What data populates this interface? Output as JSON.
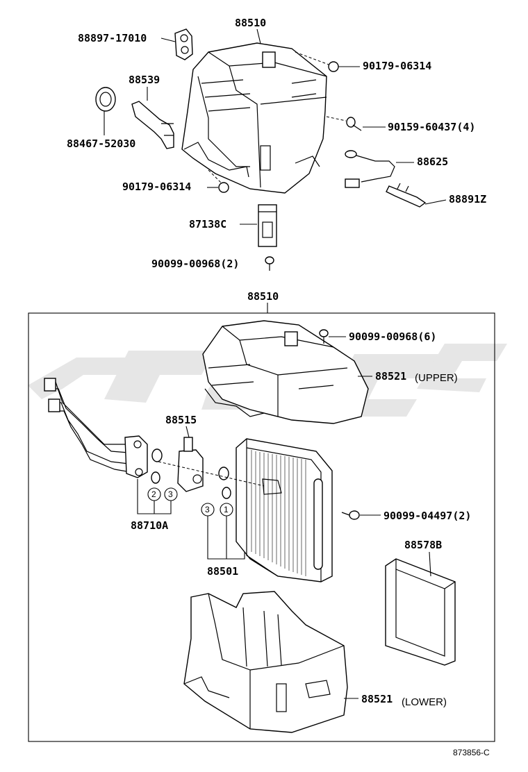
{
  "top_section": {
    "assembly_label": "88510",
    "parts": {
      "p88897": "88897-17010",
      "p88539": "88539",
      "p88467": "88467-52030",
      "p90179_a": "90179-06314",
      "p90159": "90159-60437(4)",
      "p88625": "88625",
      "p90179_b": "90179-06314",
      "p88891": "88891Z",
      "p87138": "87138C",
      "p90099": "90099-00968(2)"
    }
  },
  "bottom_section": {
    "assembly_label": "88510",
    "parts": {
      "p90099_6": "90099-00968(6)",
      "p88521_upper": "88521",
      "upper_note": "(UPPER)",
      "p88515": "88515",
      "p88710": "88710A",
      "p88501": "88501",
      "p90099_04497": "90099-04497(2)",
      "p88578": "88578B",
      "p88521_lower": "88521",
      "lower_note": "(LOWER)"
    },
    "callouts": [
      "2",
      "3",
      "3",
      "1"
    ]
  },
  "reference_code": "873856-C"
}
